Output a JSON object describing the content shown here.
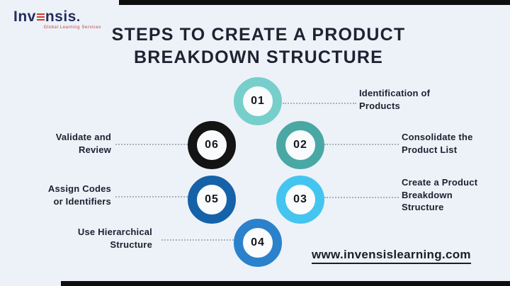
{
  "background_color": "#edf1f8",
  "bar_color": "#0e0e0e",
  "brand": {
    "logo_text_prefix": "Inv",
    "logo_text_suffix": "nsis",
    "tagline": "Global Learning Services",
    "logo_color": "#232c5c",
    "accent_red": "#cf3a31"
  },
  "title": {
    "line1": "STEPS TO CREATE A PRODUCT",
    "line2": "BREAKDOWN STRUCTURE",
    "color": "#1d2330"
  },
  "steps": [
    {
      "number": "01",
      "color": "#76cfca",
      "label_lines": [
        "Identification of",
        "Products"
      ]
    },
    {
      "number": "02",
      "color": "#4aa8a4",
      "label_lines": [
        "Consolidate the",
        "Product List"
      ]
    },
    {
      "number": "03",
      "color": "#43c5ef",
      "label_lines": [
        "Create a Product",
        "Breakdown",
        "Structure"
      ]
    },
    {
      "number": "04",
      "color": "#2c81cc",
      "label_lines": [
        "Use Hierarchical",
        "Structure"
      ]
    },
    {
      "number": "05",
      "color": "#1562a9",
      "label_lines": [
        "Assign Codes",
        "or Identifiers"
      ]
    },
    {
      "number": "06",
      "color": "#141414",
      "label_lines": [
        "Validate and",
        "Review"
      ]
    }
  ],
  "footer": {
    "website": "www.invensislearning.com"
  }
}
